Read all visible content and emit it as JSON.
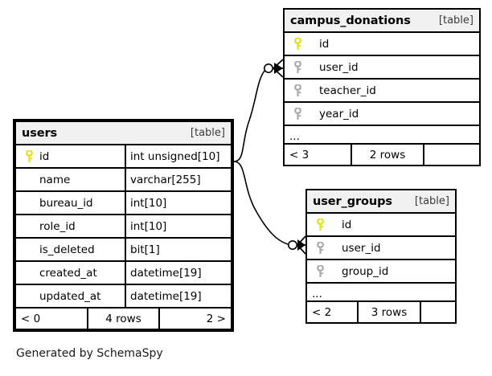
{
  "diagram": {
    "caption": "Generated by SchemaSpy",
    "table_tag": "[table]",
    "ellipsis": "...",
    "pk_icon": "yellow-key-icon",
    "fk_icon": "gray-key-icon",
    "colors": {
      "pk_key": "#e2e212",
      "fk_key": "#aaaaaa",
      "title_bg": "#f1f1f1",
      "border": "#000000",
      "background": "#ffffff",
      "text": "#000000"
    }
  },
  "tables": [
    {
      "id": "users",
      "name": "users",
      "tag": "[table]",
      "focal": true,
      "columns": [
        {
          "name": "id",
          "type": "int unsigned[10]",
          "key": "pk"
        },
        {
          "name": "name",
          "type": "varchar[255]",
          "key": "none"
        },
        {
          "name": "bureau_id",
          "type": "int[10]",
          "key": "none"
        },
        {
          "name": "role_id",
          "type": "int[10]",
          "key": "none"
        },
        {
          "name": "is_deleted",
          "type": "bit[1]",
          "key": "none"
        },
        {
          "name": "created_at",
          "type": "datetime[19]",
          "key": "none"
        },
        {
          "name": "updated_at",
          "type": "datetime[19]",
          "key": "none"
        }
      ],
      "has_more_row": false,
      "footer": {
        "left": "< 0",
        "middle": "4 rows",
        "right": "2 >"
      }
    },
    {
      "id": "campus_donations",
      "name": "campus_donations",
      "tag": "[table]",
      "focal": false,
      "columns": [
        {
          "name": "id",
          "type": "",
          "key": "pk"
        },
        {
          "name": "user_id",
          "type": "",
          "key": "fk"
        },
        {
          "name": "teacher_id",
          "type": "",
          "key": "fk"
        },
        {
          "name": "year_id",
          "type": "",
          "key": "fk"
        }
      ],
      "has_more_row": true,
      "footer": {
        "left": "< 3",
        "middle": "2 rows",
        "right": ""
      }
    },
    {
      "id": "user_groups",
      "name": "user_groups",
      "tag": "[table]",
      "focal": false,
      "columns": [
        {
          "name": "id",
          "type": "",
          "key": "pk"
        },
        {
          "name": "user_id",
          "type": "",
          "key": "fk"
        },
        {
          "name": "group_id",
          "type": "",
          "key": "fk"
        }
      ],
      "has_more_row": true,
      "footer": {
        "left": "< 2",
        "middle": "3 rows",
        "right": ""
      }
    }
  ],
  "relationships": [
    {
      "from": "users.id",
      "to": "campus_donations.user_id",
      "from_cardinality": "one",
      "to_cardinality": "zero-or-many"
    },
    {
      "from": "users.id",
      "to": "user_groups.user_id",
      "from_cardinality": "one",
      "to_cardinality": "zero-or-many"
    }
  ]
}
